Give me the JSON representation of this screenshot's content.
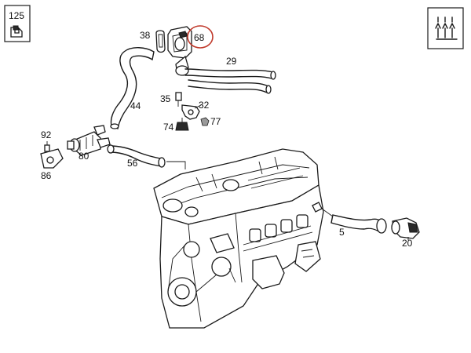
{
  "callouts": {
    "c38": "38",
    "c68": "68",
    "c29": "29",
    "c44": "44",
    "c35": "35",
    "c32": "32",
    "c74": "74",
    "c77": "77",
    "c92": "92",
    "c80": "80",
    "c86": "86",
    "c56": "56",
    "c5": "5",
    "c20": "20"
  },
  "corner_label": "125",
  "highlight_color": "#c0392b",
  "icons": {
    "corner_icon": "clip-icon",
    "corner_box_icon": "heat-waves-icon"
  }
}
